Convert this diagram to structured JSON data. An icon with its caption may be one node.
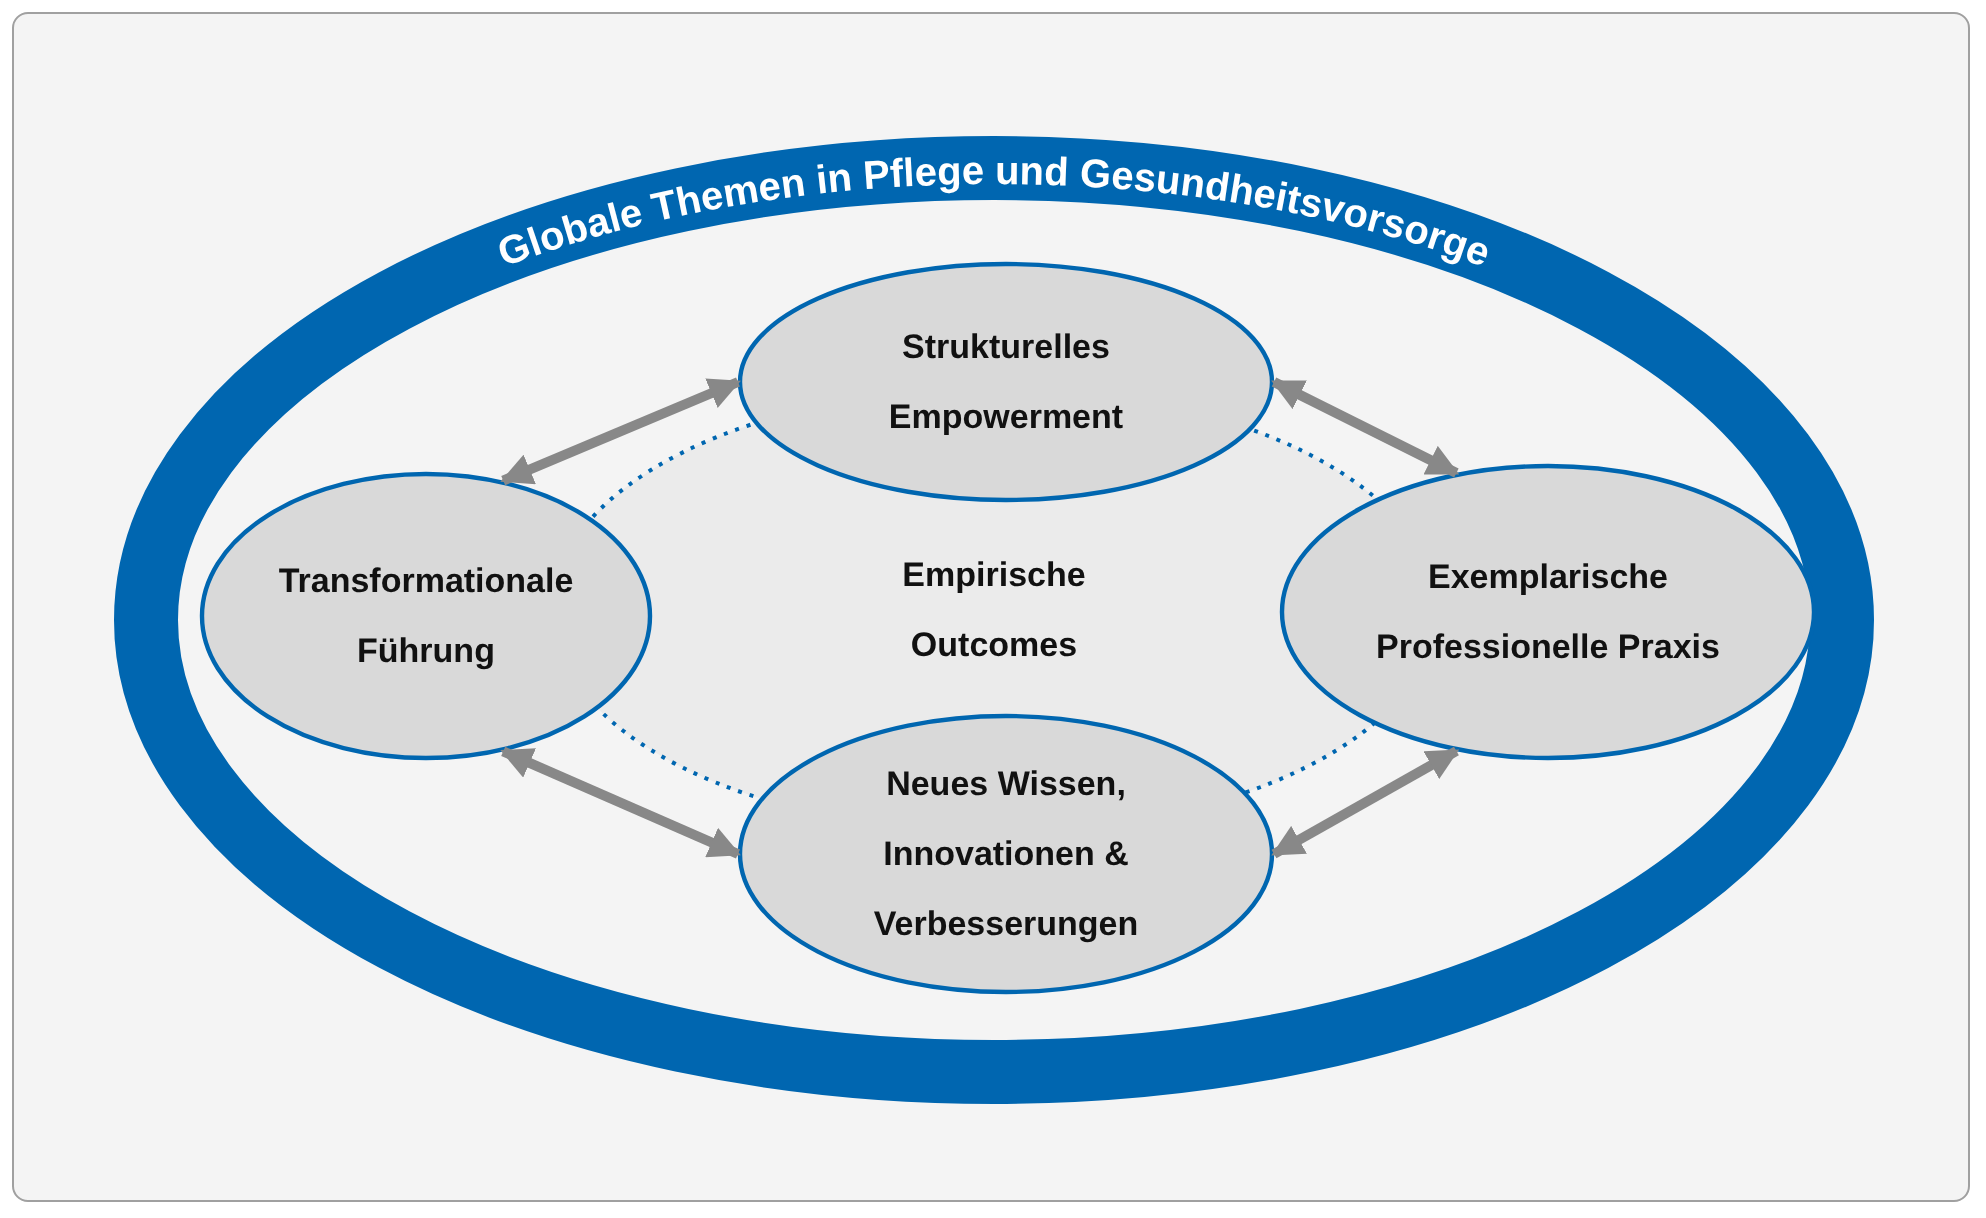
{
  "diagram": {
    "nodes": [
      {
        "text": [
          "Globale Themen in Pflege und Gesundheitsvorsorge"
        ]
      },
      {
        "text": [
          "Empirische Outcomes"
        ],
        "in": 0
      },
      {
        "text": [
          "Strukturelles Empowerment"
        ],
        "in": 0
      },
      {
        "text": [
          "Transformationale Führung"
        ],
        "in": 0
      },
      {
        "text": [
          "Exemplarische Professionelle Praxis"
        ],
        "in": 0
      },
      {
        "text": [
          "Neues Wissen, Innovationen & Verbesserungen"
        ],
        "in": 0
      }
    ],
    "edges": [
      {
        "from": 3,
        "to": 2,
        "arrow": "both"
      },
      {
        "from": 2,
        "to": 4,
        "arrow": "both"
      },
      {
        "from": 3,
        "to": 5,
        "arrow": "both"
      },
      {
        "from": 5,
        "to": 4,
        "arrow": "both"
      }
    ]
  }
}
